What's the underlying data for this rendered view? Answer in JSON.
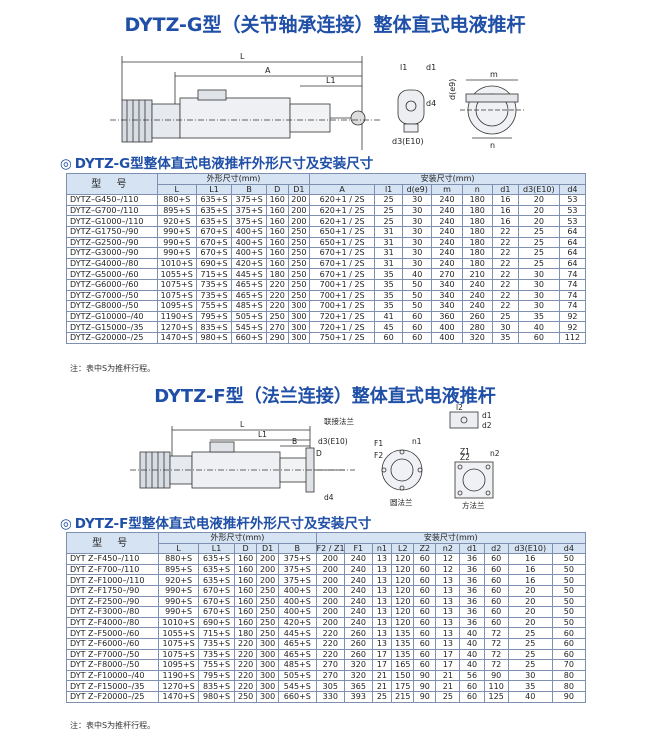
{
  "section_g": {
    "title": "DYTZ-G型（关节轴承连接）整体直式电液推杆",
    "table_title": "DYTZ-G型整体直式电液推杆外形尺寸及安装尺寸",
    "note": "注：表中S为推杆行程。",
    "drawing_labels": {
      "L": "L",
      "A": "A",
      "L1": "L1",
      "d1": "d1",
      "l1": "l1",
      "d4": "d4",
      "d3": "d3(E10)",
      "de9": "d(e9)",
      "m": "m",
      "n": "n"
    },
    "header": {
      "model": "型 号",
      "group_outline": "外形尺寸(mm)",
      "group_install": "安装尺寸(mm)",
      "cols": [
        "L",
        "L1",
        "B",
        "D",
        "D1",
        "A",
        "l1",
        "d(e9)",
        "m",
        "n",
        "d1",
        "d3(E10)",
        "d4"
      ]
    },
    "rows": [
      [
        "DYTZ–G450–/110",
        "880+S",
        "635+S",
        "375+S",
        "160",
        "200",
        "620+1 / 2S",
        "25",
        "30",
        "240",
        "180",
        "16",
        "20",
        "53"
      ],
      [
        "DYTZ–G700–/110",
        "895+S",
        "635+S",
        "375+S",
        "160",
        "200",
        "620+1 / 2S",
        "25",
        "30",
        "240",
        "180",
        "16",
        "20",
        "53"
      ],
      [
        "DYTZ–G1000–/110",
        "920+S",
        "635+S",
        "375+S",
        "160",
        "200",
        "620+1 / 2S",
        "25",
        "30",
        "240",
        "180",
        "16",
        "20",
        "53"
      ],
      [
        "DYTZ–G1750–/90",
        "990+S",
        "670+S",
        "400+S",
        "160",
        "250",
        "650+1 / 2S",
        "31",
        "30",
        "240",
        "180",
        "22",
        "25",
        "64"
      ],
      [
        "DYTZ–G2500–/90",
        "990+S",
        "670+S",
        "400+S",
        "160",
        "250",
        "650+1 / 2S",
        "31",
        "30",
        "240",
        "180",
        "22",
        "25",
        "64"
      ],
      [
        "DYTZ–G3000–/90",
        "990+S",
        "670+S",
        "400+S",
        "160",
        "250",
        "670+1 / 2S",
        "31",
        "30",
        "240",
        "180",
        "22",
        "25",
        "64"
      ],
      [
        "DYTZ–G4000–/80",
        "1010+S",
        "690+S",
        "420+S",
        "160",
        "250",
        "670+1 / 2S",
        "31",
        "30",
        "240",
        "180",
        "22",
        "25",
        "64"
      ],
      [
        "DYTZ–G5000–/60",
        "1055+S",
        "715+S",
        "445+S",
        "180",
        "250",
        "670+1 / 2S",
        "35",
        "40",
        "270",
        "210",
        "22",
        "30",
        "74"
      ],
      [
        "DYTZ–G6000–/60",
        "1075+S",
        "735+S",
        "465+S",
        "220",
        "250",
        "700+1 / 2S",
        "35",
        "50",
        "340",
        "240",
        "22",
        "30",
        "74"
      ],
      [
        "DYTZ–G7000–/50",
        "1075+S",
        "735+S",
        "465+S",
        "220",
        "250",
        "700+1 / 2S",
        "35",
        "50",
        "340",
        "240",
        "22",
        "30",
        "74"
      ],
      [
        "DYTZ–G8000–/50",
        "1095+S",
        "755+S",
        "485+S",
        "220",
        "300",
        "700+1 / 2S",
        "35",
        "50",
        "340",
        "240",
        "22",
        "30",
        "74"
      ],
      [
        "DYTZ–G10000–/40",
        "1190+S",
        "795+S",
        "505+S",
        "250",
        "300",
        "720+1 / 2S",
        "41",
        "60",
        "360",
        "260",
        "25",
        "35",
        "92"
      ],
      [
        "DYTZ–G15000–/35",
        "1270+S",
        "835+S",
        "545+S",
        "270",
        "300",
        "720+1 / 2S",
        "45",
        "60",
        "400",
        "280",
        "30",
        "40",
        "92"
      ],
      [
        "DYTZ–G20000–/25",
        "1470+S",
        "980+S",
        "660+S",
        "290",
        "300",
        "750+1 / 2S",
        "60",
        "60",
        "400",
        "320",
        "35",
        "60",
        "112"
      ]
    ]
  },
  "section_f": {
    "title": "DYTZ-F型（法兰连接）整体直式电液推杆",
    "table_title": "DYTZ-F型整体直式电液推杆外形尺寸及安装尺寸",
    "note": "注：表中S为推杆行程。",
    "drawing_labels": {
      "L": "L",
      "L1": "L1",
      "B": "B",
      "D": "D",
      "flange": "联接法兰",
      "d3": "d3(E10)",
      "d4": "d4",
      "F1": "F1",
      "F2": "F2",
      "n1": "n1",
      "n2": "n2",
      "l2": "l2",
      "Z1": "Z1",
      "Z2": "Z2",
      "round": "圆法兰",
      "square": "方法兰",
      "d1": "d1",
      "d2": "d2"
    },
    "header": {
      "model": "型 号",
      "group_outline": "外形尺寸(mm)",
      "group_install": "安装尺寸(mm)",
      "cols": [
        "L",
        "L1",
        "D",
        "D1",
        "B",
        "F2 / Z1",
        "F1",
        "n1",
        "L2",
        "Z2",
        "n2",
        "d1",
        "d2",
        "d3(E10)",
        "d4"
      ]
    },
    "rows": [
      [
        "DYT Z–F450–/110",
        "880+S",
        "635+S",
        "160",
        "200",
        "375+S",
        "200",
        "240",
        "13",
        "120",
        "60",
        "12",
        "36",
        "60",
        "16",
        "50"
      ],
      [
        "DYT Z–F700–/110",
        "895+S",
        "635+S",
        "160",
        "200",
        "375+S",
        "200",
        "240",
        "13",
        "120",
        "60",
        "12",
        "36",
        "60",
        "16",
        "50"
      ],
      [
        "DYT Z–F1000–/110",
        "920+S",
        "635+S",
        "160",
        "200",
        "375+S",
        "200",
        "240",
        "13",
        "120",
        "60",
        "13",
        "36",
        "60",
        "16",
        "50"
      ],
      [
        "DYT Z–F1750–/90",
        "990+S",
        "670+S",
        "160",
        "250",
        "400+S",
        "200",
        "240",
        "13",
        "120",
        "60",
        "13",
        "36",
        "60",
        "20",
        "50"
      ],
      [
        "DYT Z–F2500–/90",
        "990+S",
        "670+S",
        "160",
        "250",
        "400+S",
        "200",
        "240",
        "13",
        "120",
        "60",
        "13",
        "36",
        "60",
        "20",
        "50"
      ],
      [
        "DYT Z–F3000–/80",
        "990+S",
        "670+S",
        "160",
        "250",
        "400+S",
        "200",
        "240",
        "13",
        "120",
        "60",
        "13",
        "36",
        "60",
        "20",
        "50"
      ],
      [
        "DYT Z–F4000–/80",
        "1010+S",
        "690+S",
        "160",
        "250",
        "420+S",
        "200",
        "240",
        "13",
        "120",
        "60",
        "13",
        "36",
        "60",
        "20",
        "50"
      ],
      [
        "DYT Z–F5000–/60",
        "1055+S",
        "715+S",
        "180",
        "250",
        "445+S",
        "220",
        "260",
        "13",
        "135",
        "60",
        "13",
        "40",
        "72",
        "25",
        "60"
      ],
      [
        "DYT Z–F6000–/60",
        "1075+S",
        "735+S",
        "220",
        "300",
        "465+S",
        "220",
        "260",
        "13",
        "135",
        "60",
        "13",
        "40",
        "72",
        "25",
        "60"
      ],
      [
        "DYT Z–F7000–/50",
        "1075+S",
        "735+S",
        "220",
        "300",
        "465+S",
        "220",
        "260",
        "17",
        "135",
        "60",
        "17",
        "40",
        "72",
        "25",
        "60"
      ],
      [
        "DYT Z–F8000–/50",
        "1095+S",
        "755+S",
        "220",
        "300",
        "485+S",
        "270",
        "320",
        "17",
        "165",
        "60",
        "17",
        "40",
        "72",
        "25",
        "70"
      ],
      [
        "DYT Z–F10000–/40",
        "1190+S",
        "795+S",
        "220",
        "300",
        "505+S",
        "270",
        "320",
        "21",
        "150",
        "90",
        "21",
        "56",
        "90",
        "30",
        "80"
      ],
      [
        "DYT Z–F15000–/35",
        "1270+S",
        "835+S",
        "220",
        "300",
        "545+S",
        "305",
        "365",
        "21",
        "175",
        "90",
        "21",
        "60",
        "110",
        "35",
        "80"
      ],
      [
        "DYT Z–F20000–/25",
        "1470+S",
        "980+S",
        "250",
        "300",
        "660+S",
        "330",
        "393",
        "25",
        "215",
        "90",
        "25",
        "60",
        "125",
        "40",
        "90"
      ]
    ]
  }
}
